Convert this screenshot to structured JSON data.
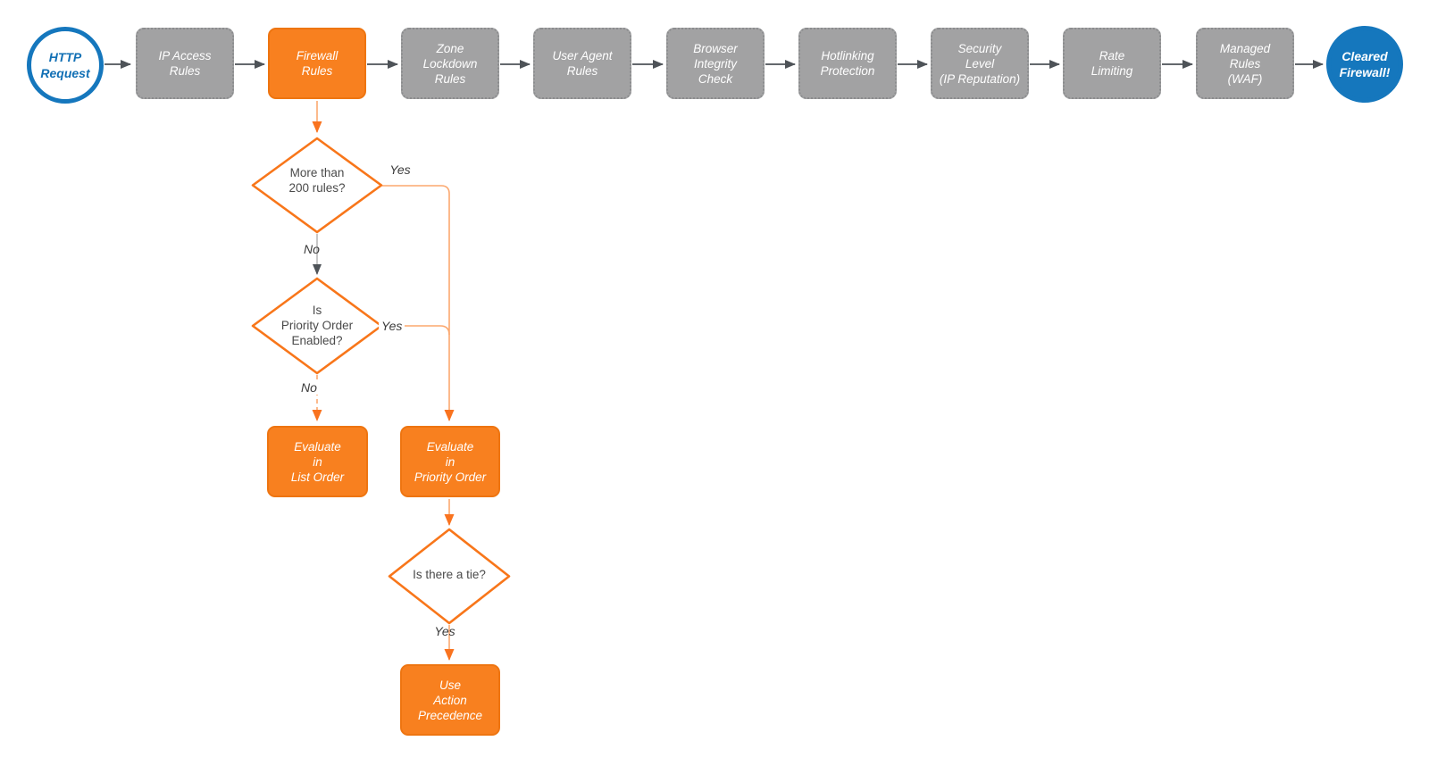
{
  "colors": {
    "orange_fill": "#f8801f",
    "orange_border": "#ee7511",
    "orange_stroke": "#f8761a",
    "orange_line": "#fba86f",
    "orange_arrow": "#f9731f",
    "gray_fill": "#a2a2a3",
    "gray_border": "#8b8c8e",
    "dark_arrow": "#4e5358",
    "light_gray_line": "#b9b9b9",
    "blue": "#1577bd",
    "blue_text": "#1270b5",
    "diamond_text": "#4a4a4a",
    "white": "#ffffff"
  },
  "flow": {
    "start": {
      "label": "HTTP\nRequest"
    },
    "end": {
      "label": "Cleared\nFirewall!"
    },
    "stages": [
      {
        "label": "IP Access\nRules",
        "variant": "gray"
      },
      {
        "label": "Firewall\nRules",
        "variant": "orange"
      },
      {
        "label": "Zone\nLockdown\nRules",
        "variant": "gray"
      },
      {
        "label": "User Agent\nRules",
        "variant": "gray"
      },
      {
        "label": "Browser\nIntegrity\nCheck",
        "variant": "gray"
      },
      {
        "label": "Hotlinking\nProtection",
        "variant": "gray"
      },
      {
        "label": "Security\nLevel\n(IP Reputation)",
        "variant": "gray"
      },
      {
        "label": "Rate\nLimiting",
        "variant": "gray"
      },
      {
        "label": "Managed\nRules\n(WAF)",
        "variant": "gray"
      }
    ],
    "decisions": [
      {
        "label": "More than\n200 rules?",
        "yes_label": "Yes",
        "no_label": "No"
      },
      {
        "label": "Is\nPriority Order\nEnabled?",
        "yes_label": "Yes",
        "no_label": "No"
      },
      {
        "label": "Is there a tie?",
        "yes_label": "Yes"
      }
    ],
    "actions": [
      {
        "label": "Evaluate\nin\nList Order"
      },
      {
        "label": "Evaluate\nin\nPriority Order"
      },
      {
        "label": "Use\nAction\nPrecedence"
      }
    ]
  }
}
